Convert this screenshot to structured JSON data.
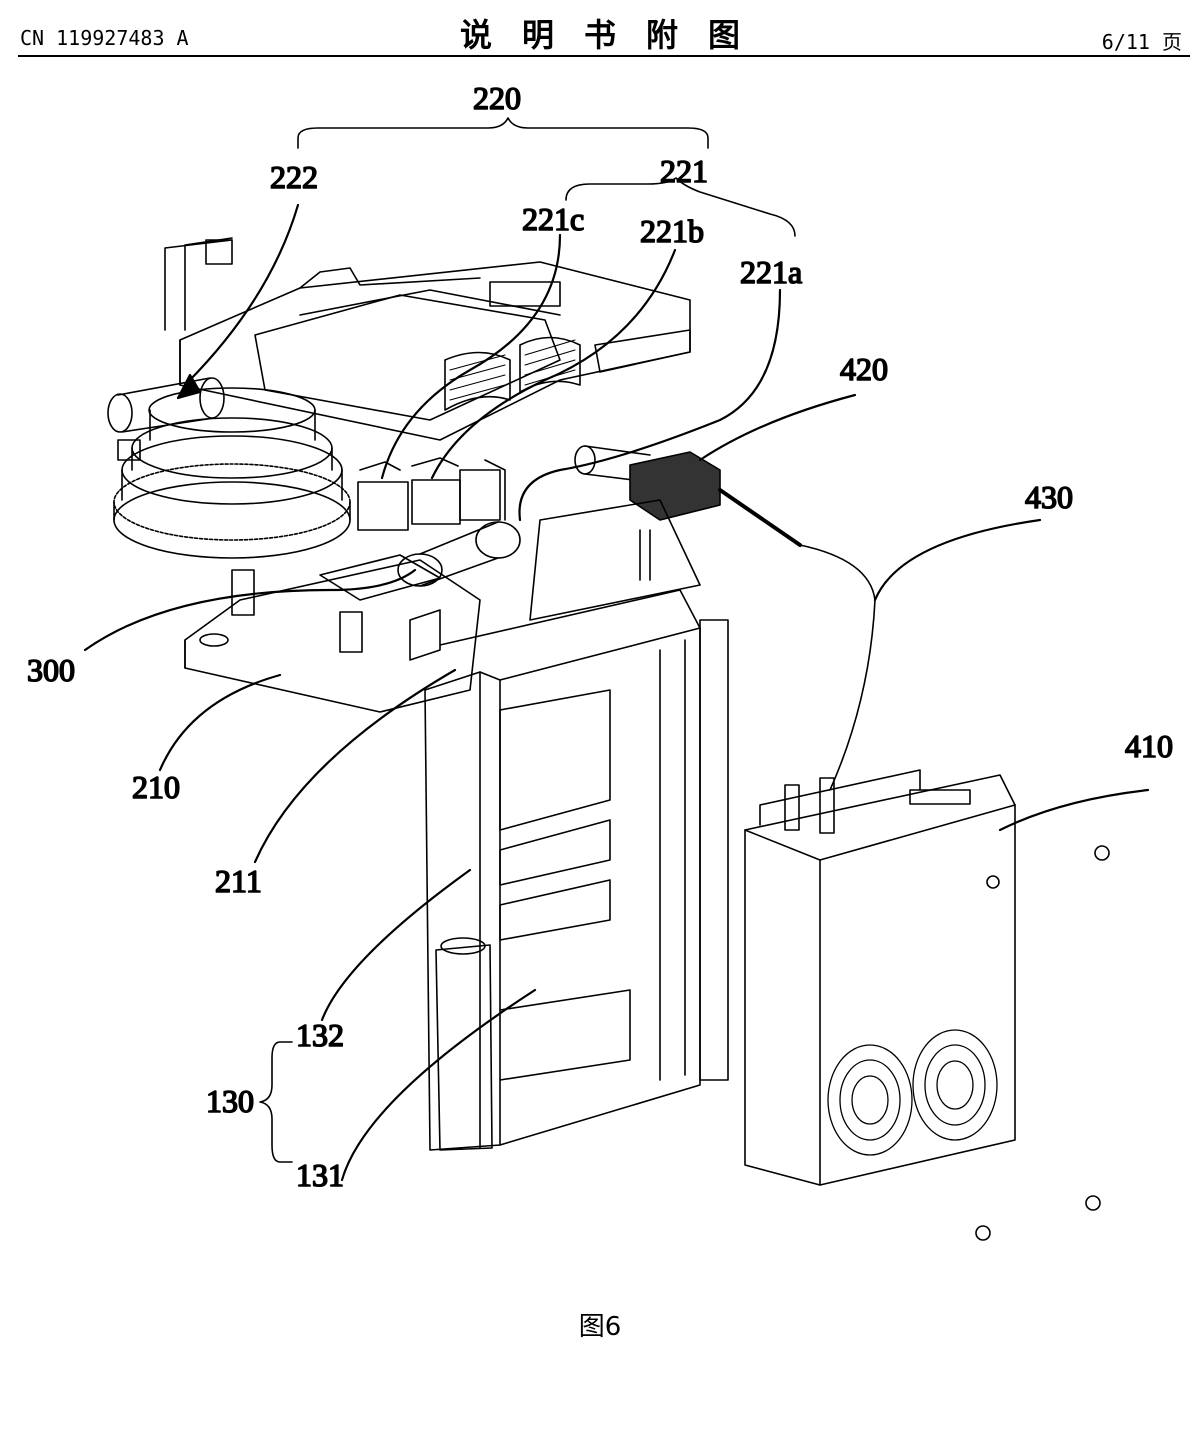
{
  "header": {
    "publication_number": "CN 119927483 A",
    "section_title": "说明书附图",
    "page_number": "6/11 页"
  },
  "figure": {
    "caption": "图6",
    "labels": {
      "l220": "220",
      "l221": "221",
      "l222": "222",
      "l221c": "221c",
      "l221b": "221b",
      "l221a": "221a",
      "l420": "420",
      "l430": "430",
      "l300": "300",
      "l210": "210",
      "l211": "211",
      "l410": "410",
      "l132": "132",
      "l130": "130",
      "l131": "131"
    }
  }
}
